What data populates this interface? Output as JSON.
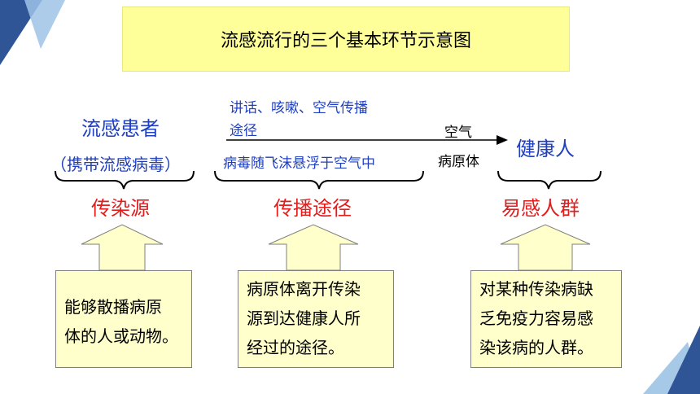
{
  "title": "流感流行的三个基本环节示意图",
  "nodes": {
    "patient": "流感患者",
    "carrier": "（携带流感病毒）",
    "healthy": "健康人"
  },
  "path": {
    "above_line1": "讲话、咳嗽、空气传播",
    "above_line2": "途径",
    "below": "病毒随飞沫悬浮于空气中",
    "air": "空气",
    "pathogen": "病原体"
  },
  "categories": {
    "source": "传染源",
    "route": "传播途径",
    "susceptible": "易感人群"
  },
  "definitions": {
    "source": [
      "能够散播病原",
      "体的人或动物。"
    ],
    "route": [
      "病原体离开传染",
      "源到达健康人所",
      "经过的途径。"
    ],
    "susceptible": [
      "对某种传染病缺",
      "乏免疫力容易感",
      "染该病的人群。"
    ]
  },
  "colors": {
    "title_bg": "#ffff99",
    "box_bg": "#ffffcc",
    "node_text": "#1f3fbf",
    "category_text": "#e31c1c",
    "corner_dark": "#2f5597",
    "corner_light": "#9dc3e6"
  }
}
